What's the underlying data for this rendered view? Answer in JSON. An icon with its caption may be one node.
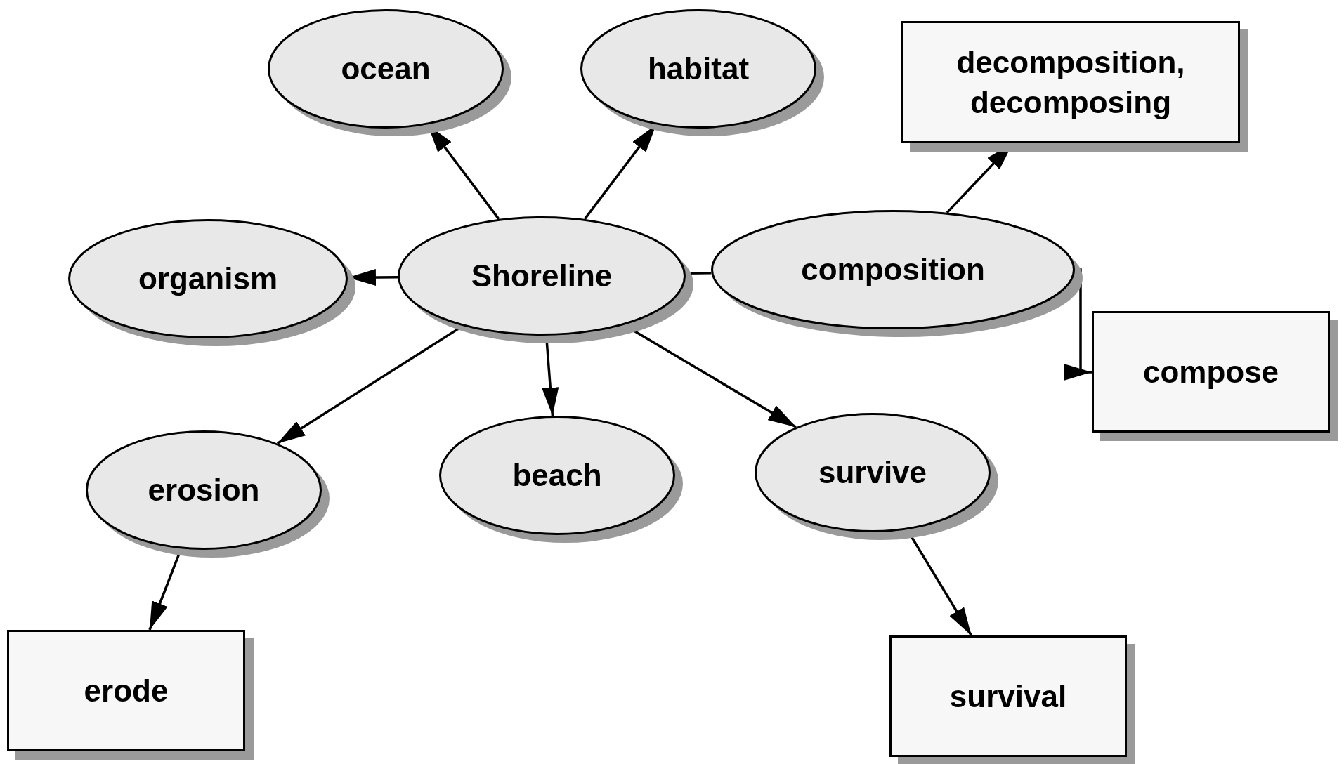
{
  "diagram": {
    "nodes": [
      {
        "text": [
          "ocean"
        ]
      },
      {
        "text": [
          "habitat"
        ]
      },
      {
        "text": [
          "decomposition, decomposing"
        ]
      },
      {
        "text": [
          "organism"
        ]
      },
      {
        "text": [
          "Shoreline"
        ]
      },
      {
        "text": [
          "composition"
        ]
      },
      {
        "text": [
          "compose"
        ]
      },
      {
        "text": [
          "erosion"
        ]
      },
      {
        "text": [
          "beach"
        ]
      },
      {
        "text": [
          "survive"
        ]
      },
      {
        "text": [
          "erode"
        ]
      },
      {
        "text": [
          "survival"
        ]
      }
    ],
    "edges": [
      {
        "from": 4,
        "to": 0,
        "arrow": "to"
      },
      {
        "from": 4,
        "to": 1,
        "arrow": "to"
      },
      {
        "from": 5,
        "to": 2,
        "arrow": "to"
      },
      {
        "from": 4,
        "to": 3,
        "arrow": "to"
      },
      {
        "from": 4,
        "to": 5,
        "arrow": "none"
      },
      {
        "from": 5,
        "to": 6,
        "arrow": "to"
      },
      {
        "from": 4,
        "to": 7,
        "arrow": "to"
      },
      {
        "from": 4,
        "to": 8,
        "arrow": "to"
      },
      {
        "from": 4,
        "to": 9,
        "arrow": "to"
      },
      {
        "from": 7,
        "to": 10,
        "arrow": "to"
      },
      {
        "from": 9,
        "to": 11,
        "arrow": "to"
      }
    ]
  }
}
